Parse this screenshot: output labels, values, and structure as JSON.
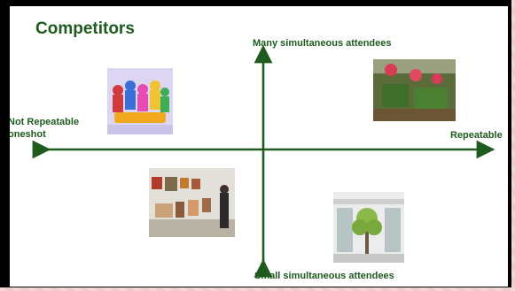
{
  "slide": {
    "title": "Competitors"
  },
  "axes": {
    "top": "Many simultaneous attendees",
    "bottom": "Small simultaneous attendees",
    "left_line1": "Not Repeatable",
    "left_line2": "oneshot",
    "right": "Repeatable"
  },
  "colors": {
    "accent": "#1f5a1f",
    "background": "#f3d7d7"
  },
  "images": [
    {
      "name": "hero-poster-image"
    },
    {
      "name": "garden-planting-image"
    },
    {
      "name": "art-exhibition-image"
    },
    {
      "name": "building-tree-image"
    }
  ]
}
